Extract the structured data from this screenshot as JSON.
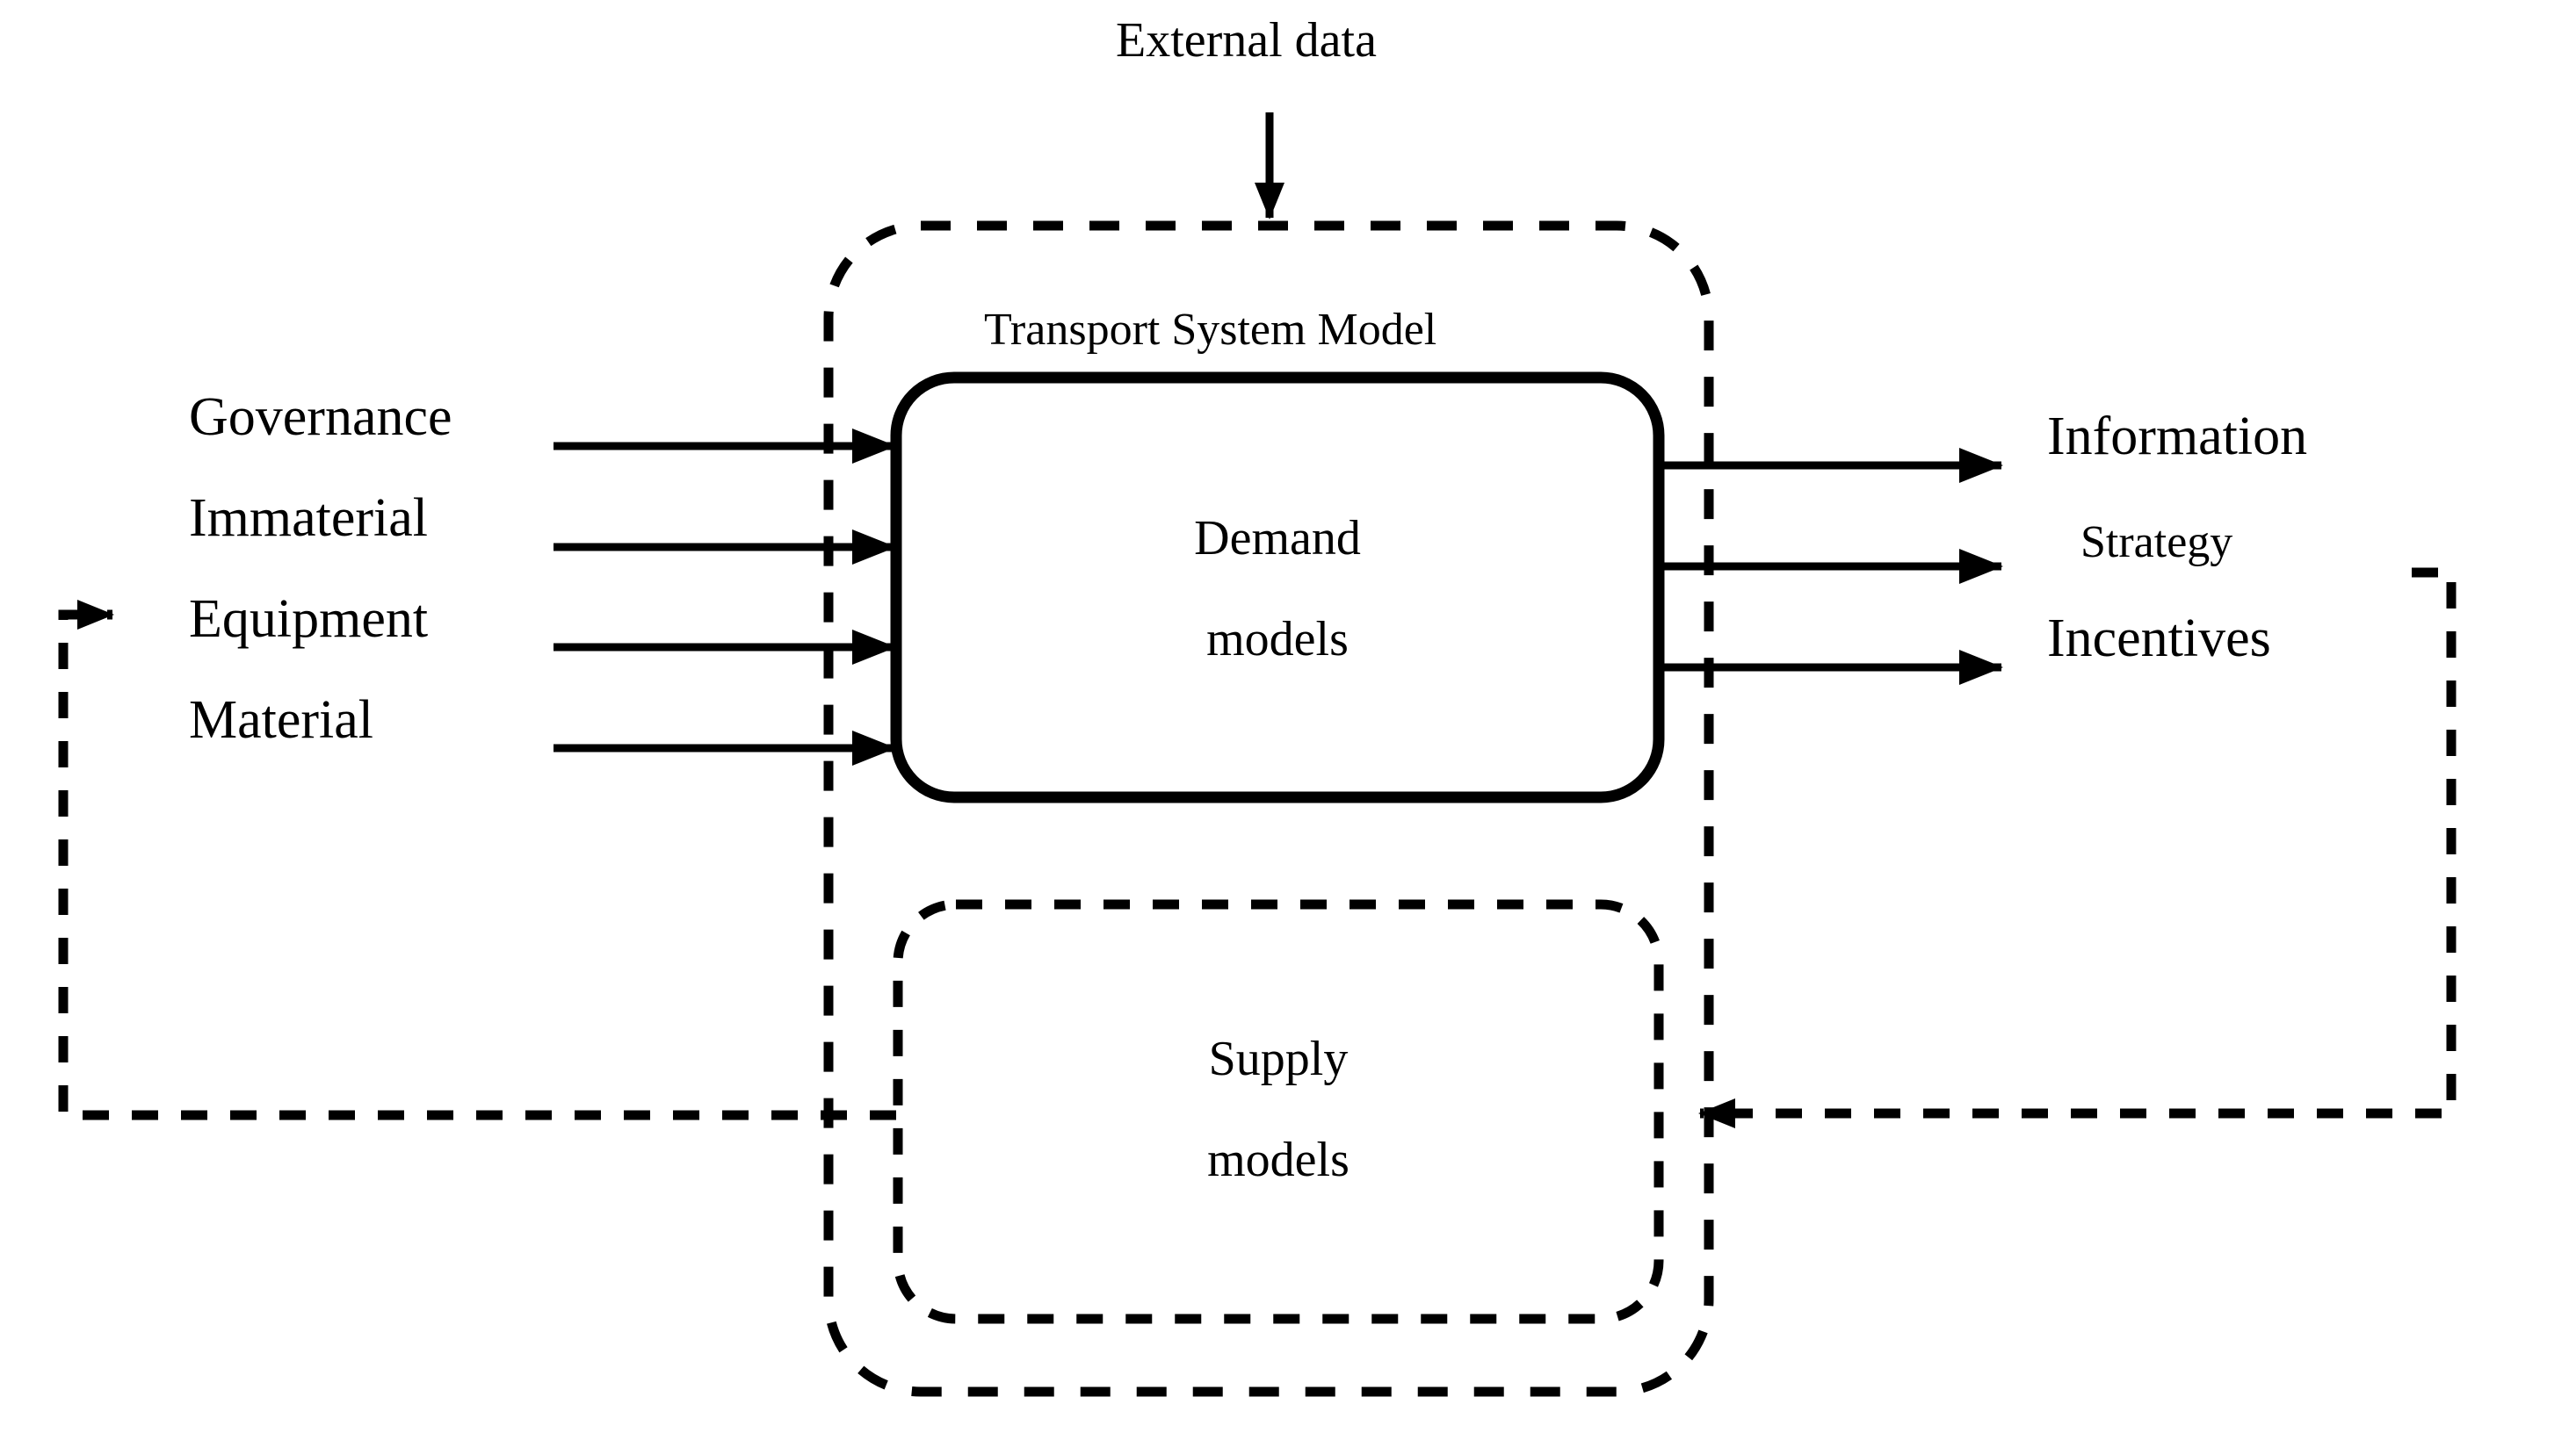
{
  "diagram": {
    "title": "Transport System Model",
    "external_input": {
      "label": "External data",
      "icon": "down-arrow-icon"
    },
    "system_boundary": {
      "style": "dashed-rounded",
      "label": "Transport System Model"
    },
    "blocks": [
      {
        "id": "demand-models",
        "line1": "Demand",
        "line2": "models",
        "style": "solid-rounded"
      },
      {
        "id": "supply-models",
        "line1": "Supply",
        "line2": "models",
        "style": "dashed-rounded"
      }
    ],
    "inputs": [
      {
        "label": "Governance"
      },
      {
        "label": "Immaterial"
      },
      {
        "label": "Equipment"
      },
      {
        "label": "Material"
      }
    ],
    "outputs": [
      {
        "label": "Information",
        "size": "normal"
      },
      {
        "label": "Strategy",
        "size": "small"
      },
      {
        "label": "Incentives",
        "size": "normal"
      }
    ],
    "feedback_loops": [
      {
        "id": "left-feedback",
        "from": "supply-models",
        "to": "Equipment",
        "style": "dashed",
        "arrow": "right-arrow-icon"
      },
      {
        "id": "right-feedback",
        "from": "outputs",
        "to": "supply-models",
        "style": "dashed",
        "arrow": "left-arrow-icon"
      }
    ],
    "colors": {
      "stroke": "#000000",
      "background": "#ffffff",
      "text": "#000000"
    }
  }
}
